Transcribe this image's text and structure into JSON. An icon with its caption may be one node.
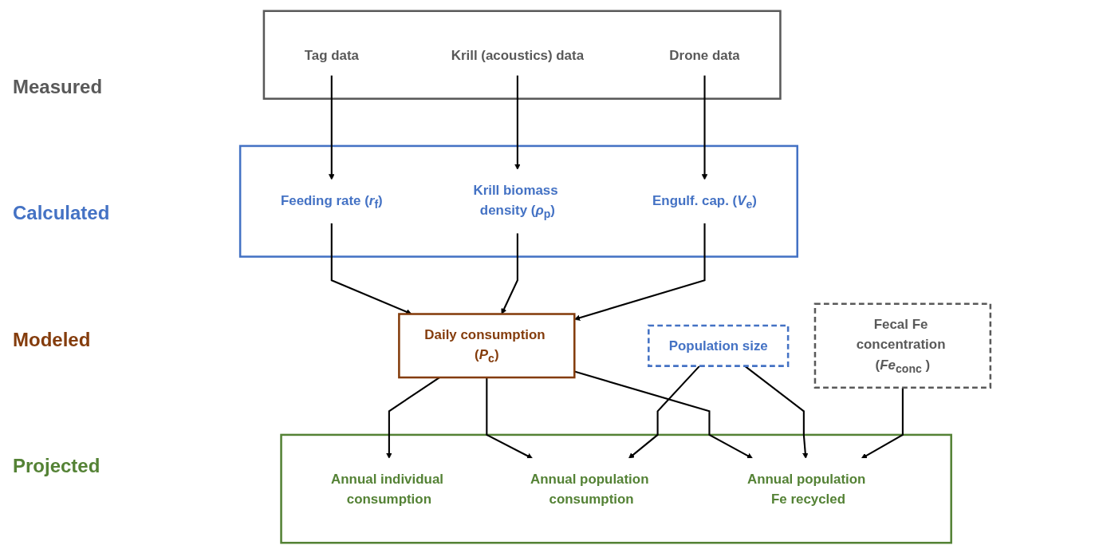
{
  "diagram": {
    "nodes": [
      {
        "text": [],
        "shape": "box"
      },
      {
        "text": [
          "Tag data"
        ],
        "in": 0
      },
      {
        "text": [
          "Krill (acoustics) data"
        ],
        "in": 0
      },
      {
        "text": [
          "Drone data"
        ],
        "in": 0
      },
      {
        "text": [
          "Fecal Fe concentration (*Fe*$_{conc}$ )"
        ]
      },
      {
        "text": [],
        "shape": "box"
      },
      {
        "text": [
          "Feeding rate (*r*$_{f}$)"
        ],
        "in": 5
      },
      {
        "text": [
          "Krill biomass density (*ρ*$_{p}$)"
        ],
        "in": 5
      },
      {
        "text": [
          "Engulf. cap. (*V*$_{e}$)"
        ],
        "in": 5
      },
      {
        "text": [
          "Population size"
        ]
      },
      {
        "text": [
          "Daily consumption (*P*$_{c}$)"
        ]
      },
      {
        "text": [],
        "shape": "box"
      },
      {
        "text": [
          "Annual individual consumption"
        ],
        "in": 11
      },
      {
        "text": [
          "Annual population consumption"
        ],
        "in": 11
      },
      {
        "text": [
          "Annual population Fe recycled"
        ],
        "in": 11
      }
    ],
    "edges": [
      {
        "from": 1,
        "to": 6,
        "arrow": "to"
      },
      {
        "from": 2,
        "to": 7,
        "arrow": "to"
      },
      {
        "from": 3,
        "to": 8,
        "arrow": "to"
      },
      {
        "from": 6,
        "to": 10,
        "arrow": "to"
      },
      {
        "from": 7,
        "to": 10,
        "arrow": "to"
      },
      {
        "from": 8,
        "to": 10,
        "arrow": "to"
      },
      {
        "from": 10,
        "to": 12,
        "arrow": "to"
      },
      {
        "from": 10,
        "to": 13,
        "arrow": "to"
      },
      {
        "from": 10,
        "to": 14,
        "arrow": "to"
      },
      {
        "from": 9,
        "to": 13,
        "arrow": "to"
      },
      {
        "from": 9,
        "to": 14,
        "arrow": "to"
      },
      {
        "from": 4,
        "to": 14,
        "arrow": "to"
      }
    ],
    "labels": [
      "Measured",
      "Calculated",
      "Modeled",
      "Projected"
    ]
  }
}
